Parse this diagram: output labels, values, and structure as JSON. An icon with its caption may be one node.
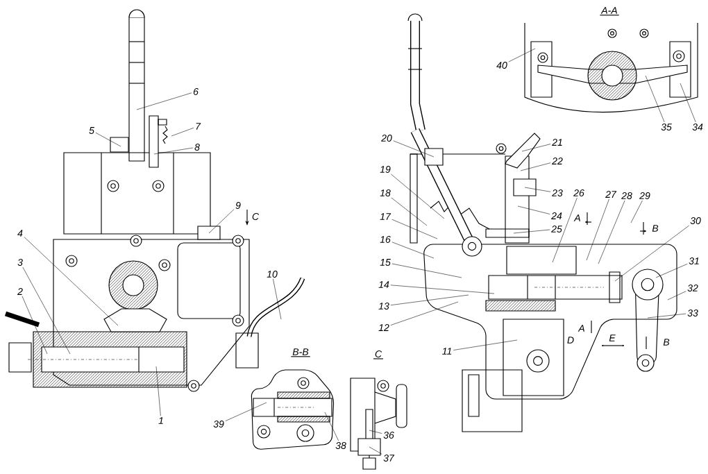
{
  "diagram": {
    "nodes": [
      {
        "text": [],
        "shape": "picture"
      },
      {
        "text": [],
        "shape": "picture"
      },
      {
        "text": [],
        "shape": "picture"
      },
      {
        "text": [],
        "shape": "picture"
      },
      {
        "text": [],
        "shape": "picture"
      },
      {
        "text": [
          "1"
        ]
      },
      {
        "text": [
          "2"
        ],
        "in": 0
      },
      {
        "text": [
          "3"
        ],
        "in": 0
      },
      {
        "text": [
          "4"
        ],
        "in": 0
      },
      {
        "text": [
          "5"
        ],
        "in": 0
      },
      {
        "text": [
          "6"
        ],
        "in": 0
      },
      {
        "text": [
          "7"
        ],
        "in": 0
      },
      {
        "text": [
          "8"
        ],
        "in": 0
      },
      {
        "text": [
          "9"
        ],
        "in": 0
      },
      {
        "text": [
          "10"
        ],
        "in": 0
      },
      {
        "text": [
          "11"
        ],
        "in": 2
      },
      {
        "text": [
          "12"
        ]
      },
      {
        "text": [
          "13"
        ]
      },
      {
        "text": [
          "14"
        ]
      },
      {
        "text": [
          "15"
        ]
      },
      {
        "text": [
          "16"
        ]
      },
      {
        "text": [
          "17"
        ]
      },
      {
        "text": [
          "18"
        ]
      },
      {
        "text": [
          "19"
        ]
      },
      {
        "text": [
          "20"
        ]
      },
      {
        "text": [
          "21"
        ],
        "in": 2
      },
      {
        "text": [
          "22"
        ],
        "in": 2
      },
      {
        "text": [
          "23"
        ],
        "in": 2
      },
      {
        "text": [
          "24"
        ],
        "in": 2
      },
      {
        "text": [
          "25"
        ],
        "in": 2
      },
      {
        "text": [
          "26"
        ],
        "in": 2
      },
      {
        "text": [
          "27"
        ],
        "in": 2
      },
      {
        "text": [
          "28"
        ],
        "in": 2
      },
      {
        "text": [
          "29"
        ],
        "in": 2
      },
      {
        "text": [
          "30"
        ]
      },
      {
        "text": [
          "31"
        ]
      },
      {
        "text": [
          "32"
        ]
      },
      {
        "text": [
          "33"
        ]
      },
      {
        "text": [
          "34"
        ]
      },
      {
        "text": [
          "35"
        ]
      },
      {
        "text": [
          "36"
        ],
        "in": 4
      },
      {
        "text": [
          "37"
        ],
        "in": 4
      },
      {
        "text": [
          "38"
        ]
      },
      {
        "text": [
          "39"
        ]
      },
      {
        "text": [
          "40"
        ]
      }
    ],
    "edges": [
      {
        "from": 5,
        "to": 0,
        "arrow": "none"
      },
      {
        "from": 6,
        "to": 0,
        "arrow": "none"
      },
      {
        "from": 7,
        "to": 0,
        "arrow": "none"
      },
      {
        "from": 8,
        "to": 0,
        "arrow": "none"
      },
      {
        "from": 9,
        "to": 0,
        "arrow": "none"
      },
      {
        "from": 10,
        "to": 0,
        "arrow": "none"
      },
      {
        "from": 11,
        "to": 0,
        "arrow": "none"
      },
      {
        "from": 12,
        "to": 0,
        "arrow": "none"
      },
      {
        "from": 13,
        "to": 0,
        "arrow": "none"
      },
      {
        "from": 14,
        "to": 0,
        "arrow": "none"
      },
      {
        "from": 15,
        "to": 2,
        "arrow": "none"
      },
      {
        "from": 16,
        "to": 2,
        "arrow": "none"
      },
      {
        "from": 17,
        "to": 2,
        "arrow": "none"
      },
      {
        "from": 18,
        "to": 2,
        "arrow": "none"
      },
      {
        "from": 19,
        "to": 2,
        "arrow": "none"
      },
      {
        "from": 20,
        "to": 2,
        "arrow": "none"
      },
      {
        "from": 21,
        "to": 2,
        "arrow": "none"
      },
      {
        "from": 22,
        "to": 2,
        "arrow": "none"
      },
      {
        "from": 23,
        "to": 2,
        "arrow": "none"
      },
      {
        "from": 24,
        "to": 2,
        "arrow": "none"
      },
      {
        "from": 25,
        "to": 2,
        "arrow": "none"
      },
      {
        "from": 26,
        "to": 2,
        "arrow": "none"
      },
      {
        "from": 27,
        "to": 2,
        "arrow": "none"
      },
      {
        "from": 28,
        "to": 2,
        "arrow": "none"
      },
      {
        "from": 29,
        "to": 2,
        "arrow": "none"
      },
      {
        "from": 30,
        "to": 2,
        "arrow": "none"
      },
      {
        "from": 31,
        "to": 2,
        "arrow": "none"
      },
      {
        "from": 32,
        "to": 2,
        "arrow": "none"
      },
      {
        "from": 33,
        "to": 2,
        "arrow": "none"
      },
      {
        "from": 34,
        "to": 2,
        "arrow": "none"
      },
      {
        "from": 35,
        "to": 2,
        "arrow": "none"
      },
      {
        "from": 36,
        "to": 2,
        "arrow": "none"
      },
      {
        "from": 37,
        "to": 2,
        "arrow": "none"
      },
      {
        "from": 38,
        "to": 3,
        "arrow": "none"
      },
      {
        "from": 39,
        "to": 3,
        "arrow": "none"
      },
      {
        "from": 40,
        "to": 4,
        "arrow": "none"
      },
      {
        "from": 41,
        "to": 4,
        "arrow": "none"
      },
      {
        "from": 42,
        "to": 1,
        "arrow": "none"
      },
      {
        "from": 43,
        "to": 1,
        "arrow": "none"
      },
      {
        "from": 44,
        "to": 3,
        "arrow": "none"
      }
    ],
    "labels": [
      "A-A",
      "C",
      "A",
      "B",
      "B-B",
      "A",
      "D",
      "E",
      "B",
      "C"
    ]
  }
}
